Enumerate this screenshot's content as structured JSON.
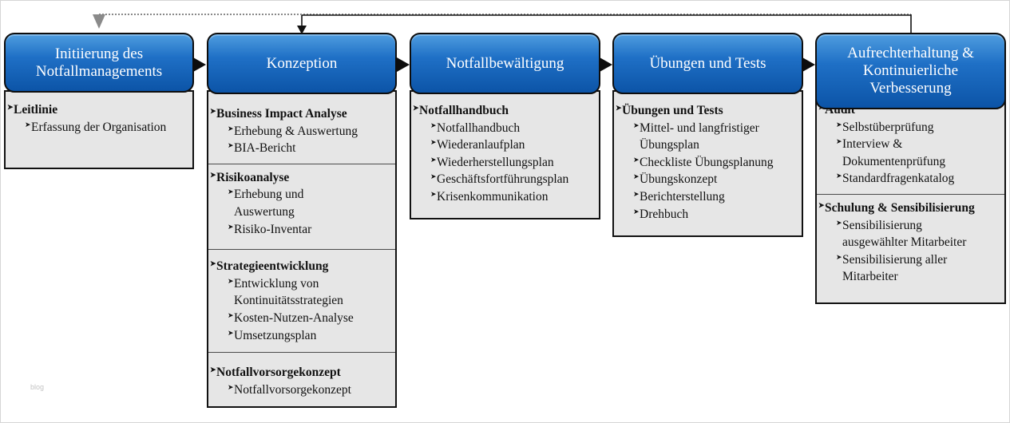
{
  "watermark": "blog",
  "columns": [
    {
      "header": [
        "Initiierung des",
        "Notfallmanagements"
      ],
      "sections": [
        {
          "title": "Leitlinie",
          "items": [
            "Erfassung der Organisation"
          ]
        }
      ]
    },
    {
      "header": [
        "Konzeption"
      ],
      "sections": [
        {
          "title": "Business Impact Analyse",
          "items": [
            "Erhebung & Auswertung",
            "BIA-Bericht"
          ]
        },
        {
          "title": "Risikoanalyse",
          "items": [
            "Erhebung und|Auswertung",
            "Risiko-Inventar"
          ]
        },
        {
          "title": "Strategieentwicklung",
          "items": [
            "Entwicklung von|Kontinuitätsstrategien",
            "Kosten-Nutzen-Analyse",
            "Umsetzungsplan"
          ]
        },
        {
          "title": "Notfallvorsorgekonzept",
          "items": [
            "Notfallvorsorgekonzept"
          ]
        }
      ]
    },
    {
      "header": [
        "Notfallbewältigung"
      ],
      "sections": [
        {
          "title": "Notfallhandbuch",
          "items": [
            "Notfallhandbuch",
            "Wiederanlaufplan",
            "Wiederherstellungsplan",
            "Geschäftsfortführungsplan",
            "Krisenkommunikation"
          ]
        }
      ]
    },
    {
      "header": [
        "Übungen und Tests"
      ],
      "sections": [
        {
          "title": "Übungen und Tests",
          "items": [
            "Mittel- und langfristiger|Übungsplan",
            "Checkliste Übungsplanung",
            "Übungskonzept",
            "Berichterstellung",
            "Drehbuch"
          ]
        }
      ]
    },
    {
      "header": [
        "Aufrechterhaltung &",
        "Kontinuierliche",
        "Verbesserung"
      ],
      "sections": [
        {
          "title": "Audit",
          "items": [
            "Selbstüberprüfung",
            "Interview &|Dokumentenprüfung",
            "Standardfragenkatalog"
          ]
        },
        {
          "title": "Schulung & Sensibilisierung",
          "items": [
            "Sensibilisierung|ausgewählter Mitarbeiter",
            "Sensibilisierung aller|Mitarbeiter"
          ]
        }
      ]
    }
  ]
}
